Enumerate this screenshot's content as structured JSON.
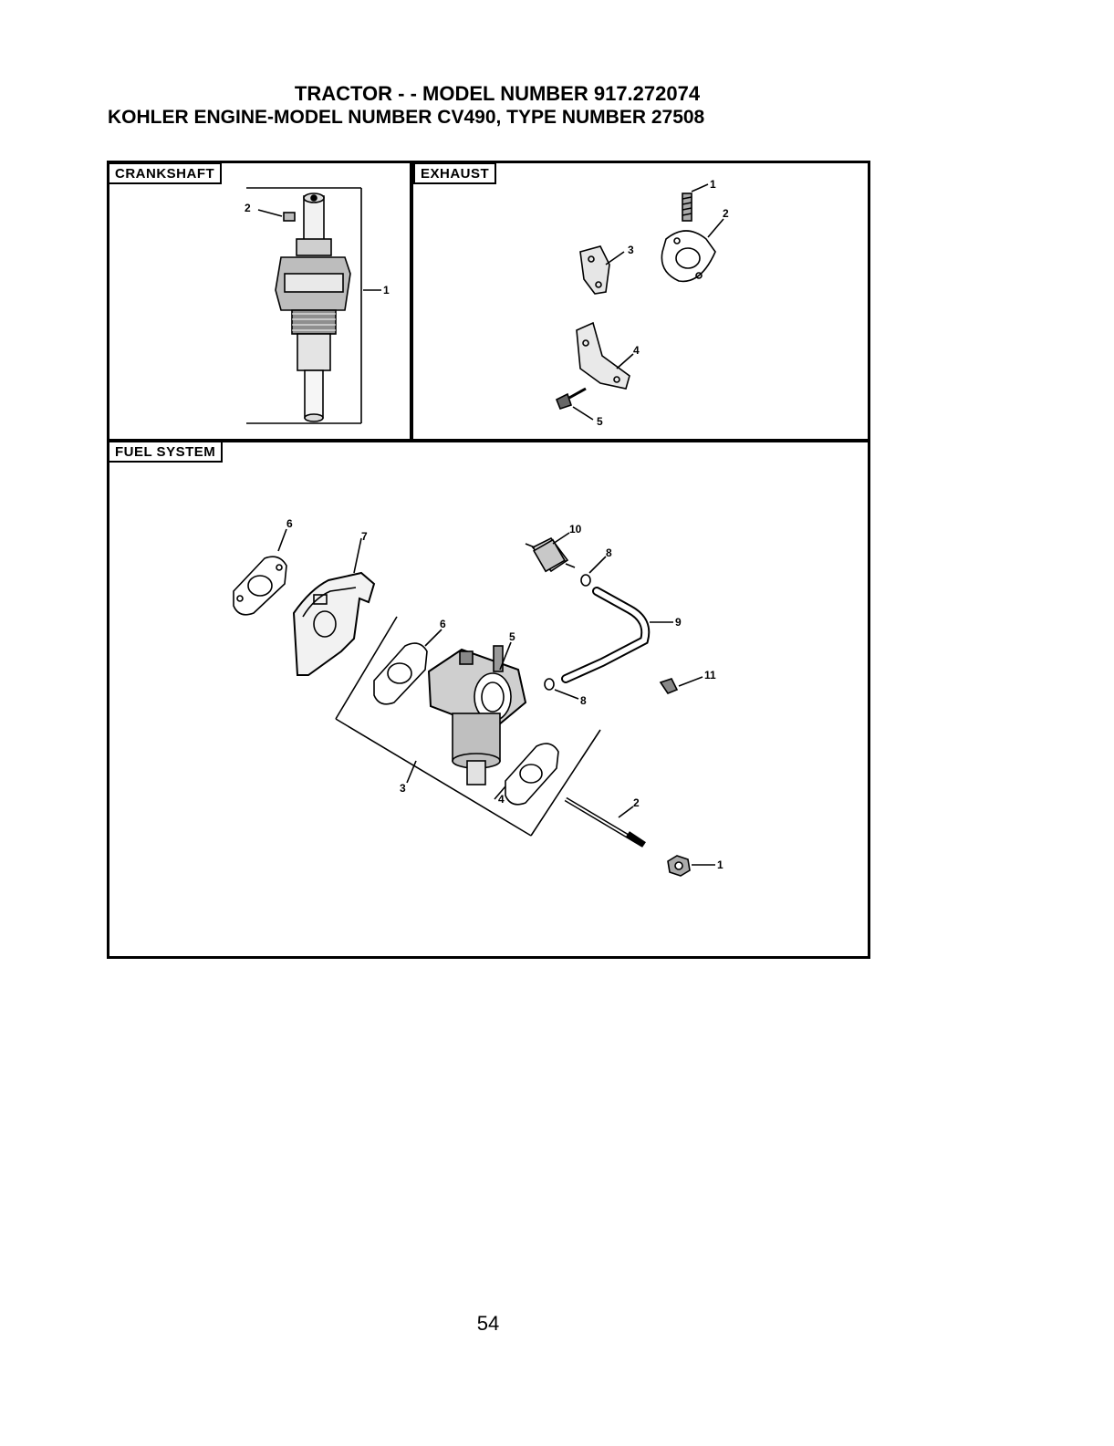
{
  "header": {
    "title": "TRACTOR - - MODEL NUMBER 917.272074",
    "subtitle": "KOHLER ENGINE-MODEL NUMBER CV490, TYPE NUMBER 27508"
  },
  "sections": {
    "crankshaft": {
      "label": "CRANKSHAFT",
      "callouts": [
        "1",
        "2"
      ]
    },
    "exhaust": {
      "label": "EXHAUST",
      "callouts": [
        "1",
        "2",
        "3",
        "4",
        "5"
      ]
    },
    "fuel_system": {
      "label": "FUEL SYSTEM",
      "callouts": [
        "1",
        "2",
        "3",
        "4",
        "5",
        "6",
        "6",
        "7",
        "8",
        "8",
        "9",
        "10",
        "11"
      ]
    }
  },
  "page_number": "54"
}
